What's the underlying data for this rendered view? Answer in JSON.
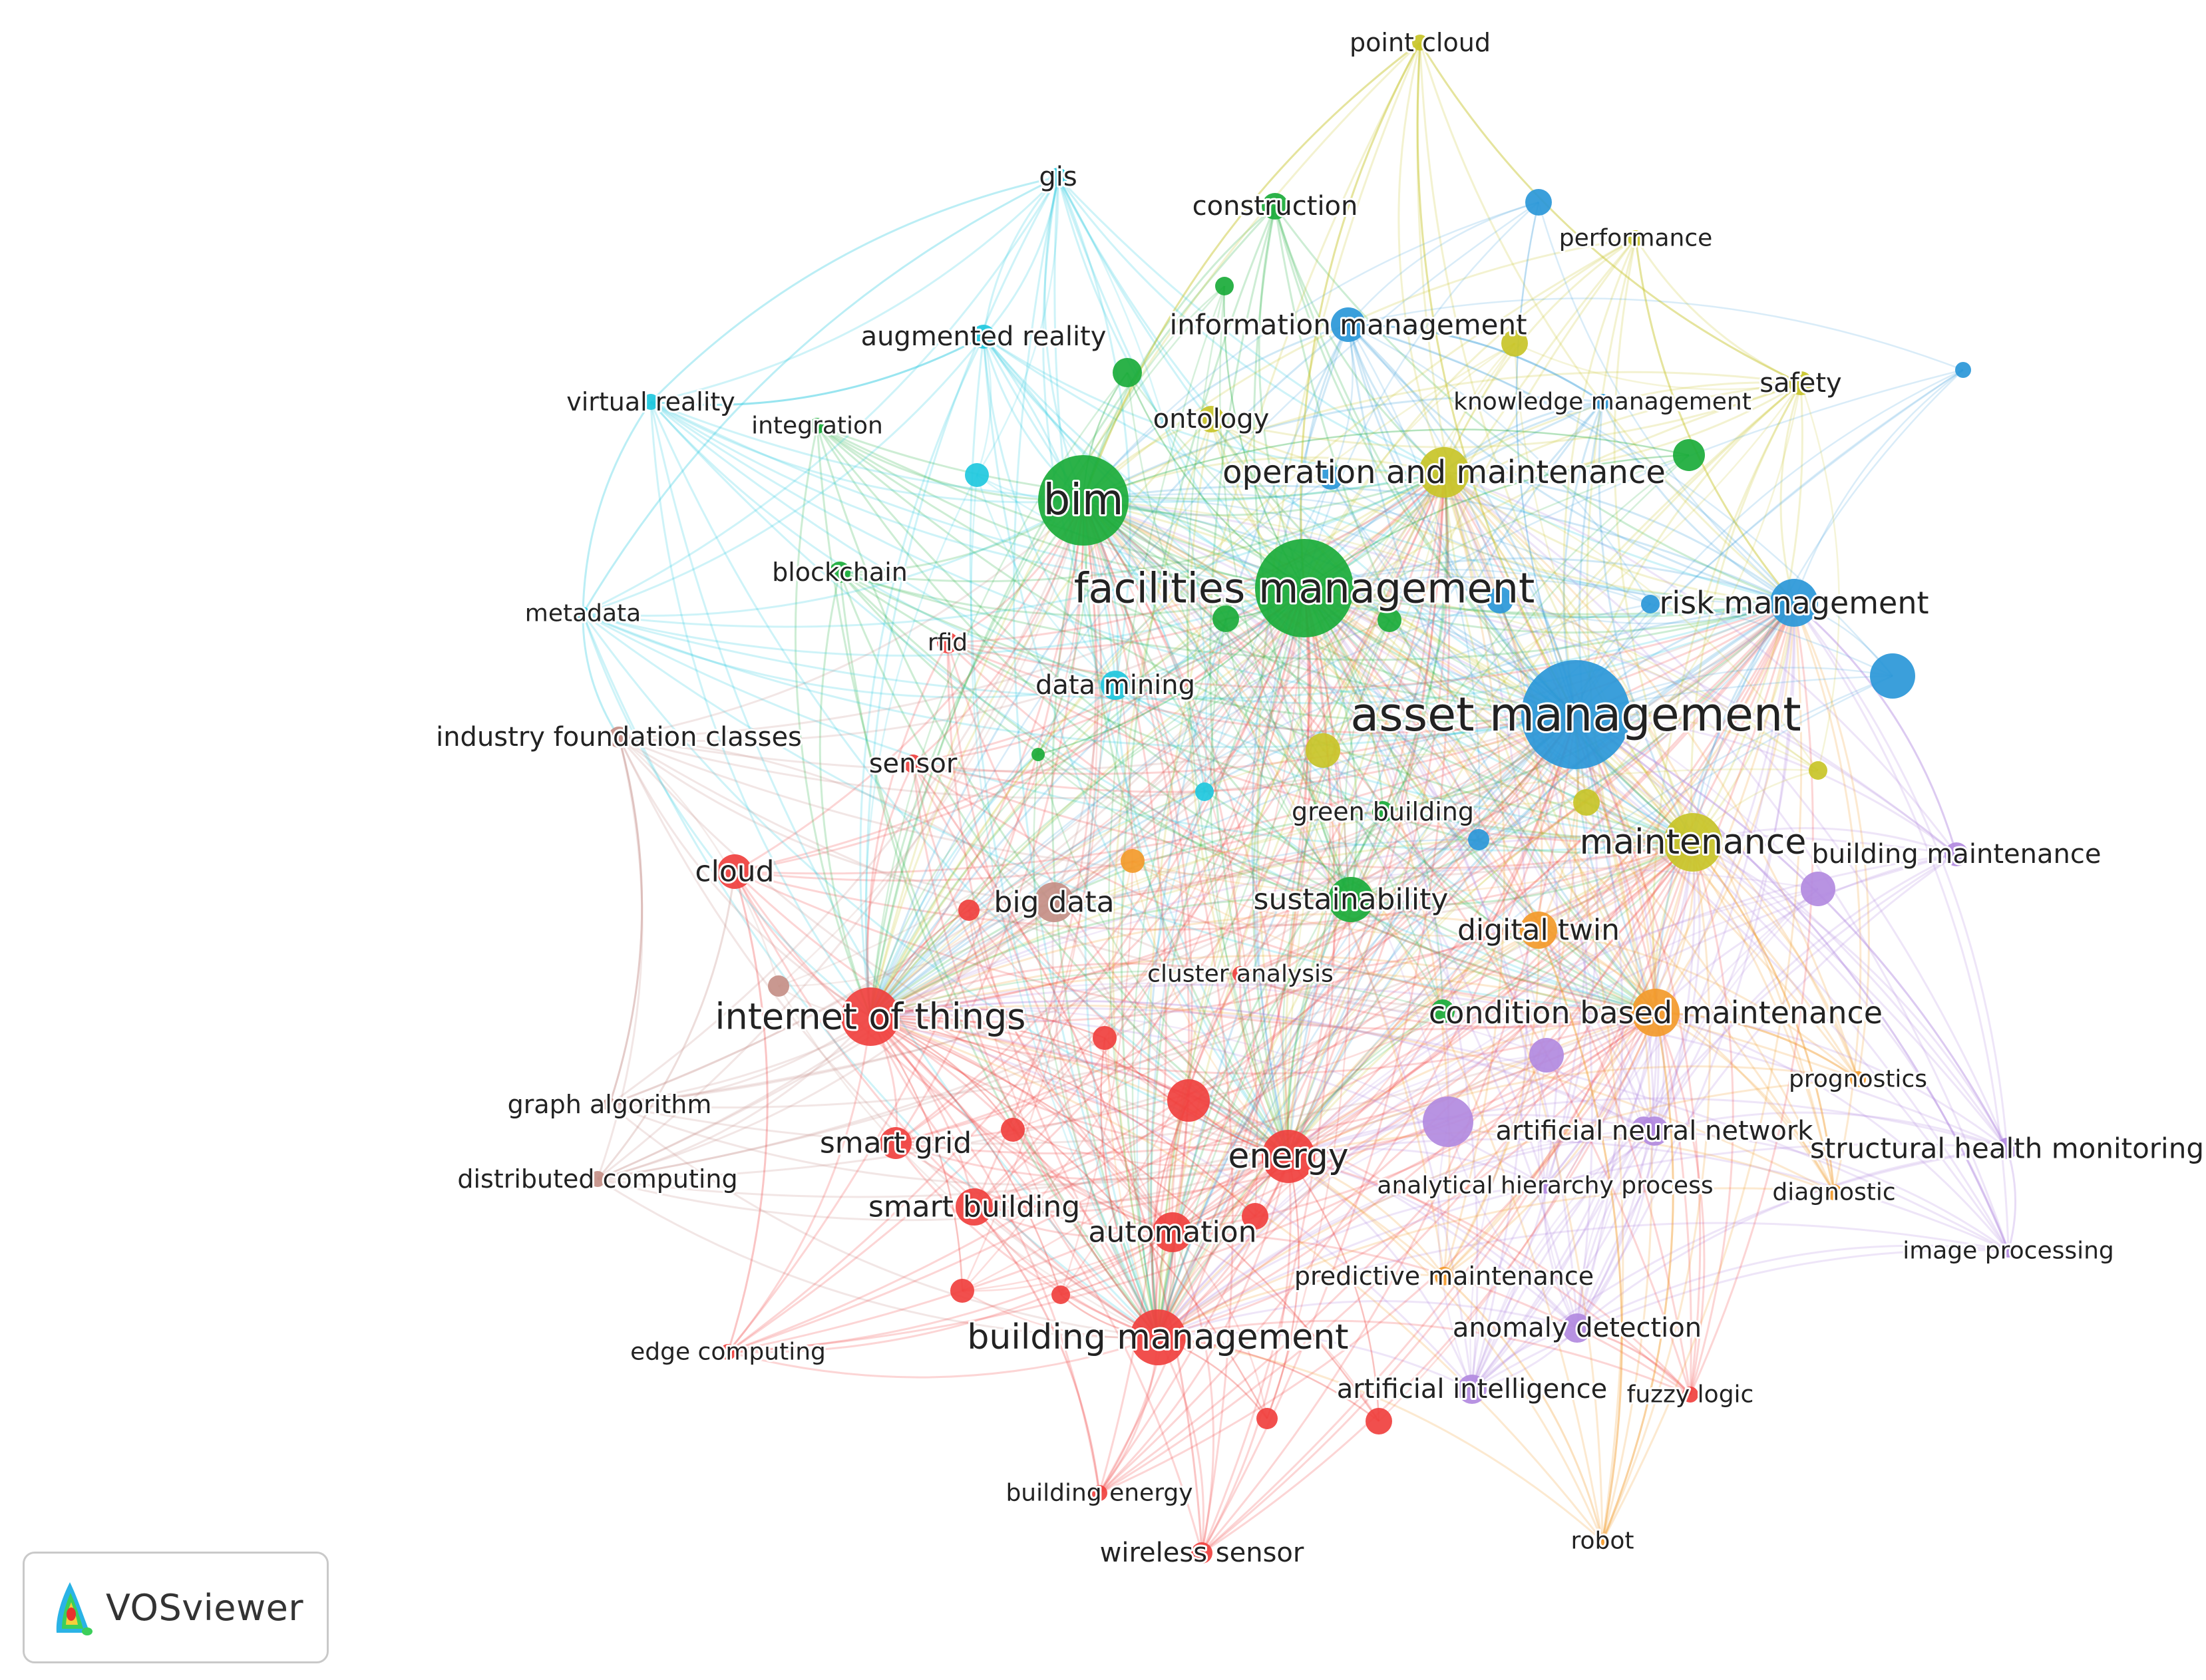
{
  "clusters": {
    "red": "#f0403e",
    "green": "#1aab3a",
    "blue": "#2a97d8",
    "yellow": "#c8c428",
    "cyan": "#1fc8de",
    "purple": "#b28ae0",
    "orange": "#f39a2a",
    "brown": "#c48f87"
  },
  "nodes": [
    {
      "label": "asset management",
      "cluster": "blue",
      "weight": 10
    },
    {
      "label": "bim",
      "cluster": "green",
      "weight": 9
    },
    {
      "label": "facilities management",
      "cluster": "green",
      "weight": 9
    },
    {
      "label": "internet of things",
      "cluster": "red",
      "weight": 7
    },
    {
      "label": "building management",
      "cluster": "red",
      "weight": 6
    },
    {
      "label": "energy",
      "cluster": "red",
      "weight": 6
    },
    {
      "label": "maintenance",
      "cluster": "yellow",
      "weight": 6
    },
    {
      "label": "operation and maintenance",
      "cluster": "yellow",
      "weight": 5
    },
    {
      "label": "risk management",
      "cluster": "blue",
      "weight": 5
    },
    {
      "label": "condition based maintenance",
      "cluster": "orange",
      "weight": 5
    },
    {
      "label": "automation",
      "cluster": "red",
      "weight": 5
    },
    {
      "label": "smart building",
      "cluster": "red",
      "weight": 5
    },
    {
      "label": "smart grid",
      "cluster": "red",
      "weight": 4
    },
    {
      "label": "cloud",
      "cluster": "red",
      "weight": 4
    },
    {
      "label": "big data",
      "cluster": "brown",
      "weight": 5
    },
    {
      "label": "sustainability",
      "cluster": "green",
      "weight": 5
    },
    {
      "label": "digital twin",
      "cluster": "orange",
      "weight": 4
    },
    {
      "label": "information management",
      "cluster": "blue",
      "weight": 4
    },
    {
      "label": "construction",
      "cluster": "green",
      "weight": 3
    },
    {
      "label": "data mining",
      "cluster": "cyan",
      "weight": 3
    },
    {
      "label": "artificial intelligence",
      "cluster": "purple",
      "weight": 3
    },
    {
      "label": "artificial neural network",
      "cluster": "purple",
      "weight": 3
    },
    {
      "label": "augmented reality",
      "cluster": "cyan",
      "weight": 3
    },
    {
      "label": "gis",
      "cluster": "cyan",
      "weight": 3
    },
    {
      "label": "point cloud",
      "cluster": "yellow",
      "weight": 2
    },
    {
      "label": "performance",
      "cluster": "yellow",
      "weight": 2
    },
    {
      "label": "safety",
      "cluster": "yellow",
      "weight": 3
    },
    {
      "label": "knowledge management",
      "cluster": "blue",
      "weight": 2
    },
    {
      "label": "ontology",
      "cluster": "yellow",
      "weight": 3
    },
    {
      "label": "integration",
      "cluster": "green",
      "weight": 2
    },
    {
      "label": "virtual reality",
      "cluster": "cyan",
      "weight": 2
    },
    {
      "label": "blockchain",
      "cluster": "green",
      "weight": 3
    },
    {
      "label": "metadata",
      "cluster": "cyan",
      "weight": 2
    },
    {
      "label": "rfid",
      "cluster": "red",
      "weight": 2
    },
    {
      "label": "industry foundation classes",
      "cluster": "brown",
      "weight": 3
    },
    {
      "label": "sensor",
      "cluster": "red",
      "weight": 3
    },
    {
      "label": "green building",
      "cluster": "green",
      "weight": 2
    },
    {
      "label": "building maintenance",
      "cluster": "purple",
      "weight": 3
    },
    {
      "label": "cluster analysis",
      "cluster": "red",
      "weight": 2
    },
    {
      "label": "prognostics",
      "cluster": "orange",
      "weight": 2
    },
    {
      "label": "structural health monitoring",
      "cluster": "purple",
      "weight": 3
    },
    {
      "label": "graph algorithm",
      "cluster": "brown",
      "weight": 2
    },
    {
      "label": "distributed computing",
      "cluster": "brown",
      "weight": 2
    },
    {
      "label": "analytical hierarchy process",
      "cluster": "purple",
      "weight": 2
    },
    {
      "label": "diagnostic",
      "cluster": "orange",
      "weight": 2
    },
    {
      "label": "image processing",
      "cluster": "purple",
      "weight": 2
    },
    {
      "label": "predictive maintenance",
      "cluster": "orange",
      "weight": 2
    },
    {
      "label": "anomaly detection",
      "cluster": "purple",
      "weight": 3
    },
    {
      "label": "edge computing",
      "cluster": "red",
      "weight": 2
    },
    {
      "label": "fuzzy logic",
      "cluster": "red",
      "weight": 2
    },
    {
      "label": "building energy",
      "cluster": "red",
      "weight": 2
    },
    {
      "label": "wireless sensor",
      "cluster": "red",
      "weight": 3
    },
    {
      "label": "robot",
      "cluster": "orange",
      "weight": 2
    }
  ],
  "logo": {
    "text": "VOSviewer"
  }
}
